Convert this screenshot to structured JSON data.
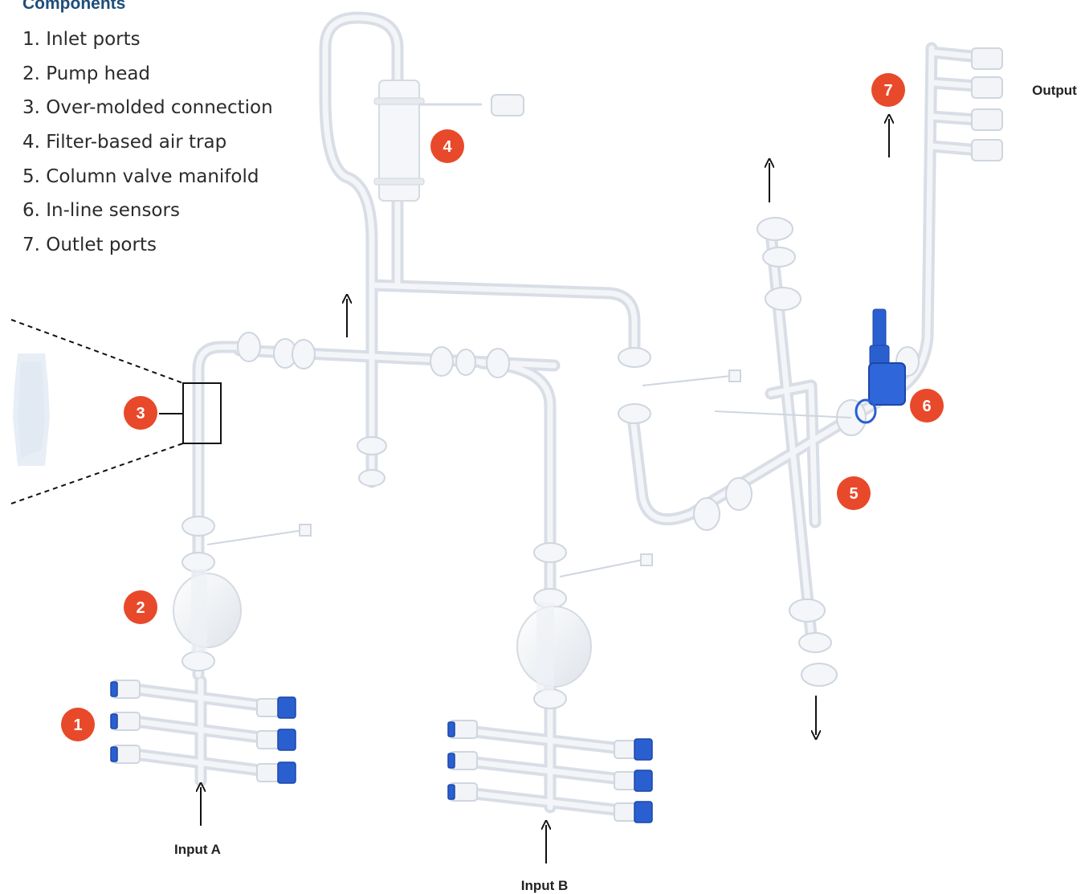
{
  "legend": {
    "title": "Components",
    "items": [
      "1. Inlet ports",
      "2. Pump head",
      "3. Over-molded connection",
      "4. Filter-based air trap",
      "5. Column valve manifold",
      "6. In-line sensors",
      "7. Outlet ports"
    ]
  },
  "badges": [
    "1",
    "2",
    "3",
    "4",
    "5",
    "6",
    "7"
  ],
  "labels": {
    "input_a": "Input A",
    "input_b": "Input B",
    "output": "Output"
  },
  "colors": {
    "badge": "#e8492a",
    "legend_title": "#1f4e79",
    "tubing": "#e9edf3",
    "connector_blue": "#2a5fd0"
  }
}
